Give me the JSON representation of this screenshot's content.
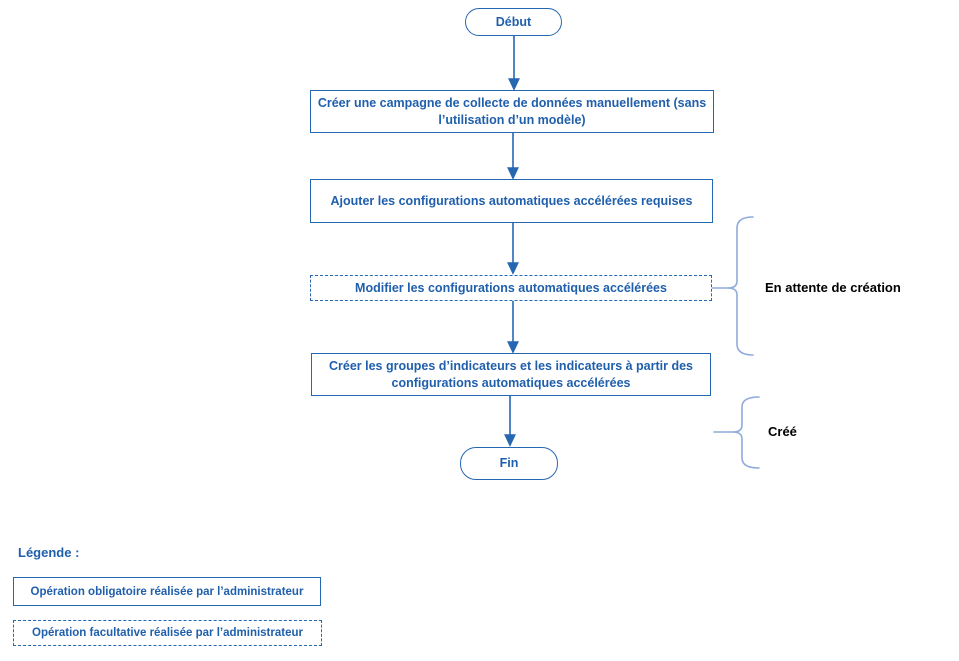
{
  "flowchart": {
    "start": {
      "label": "Début"
    },
    "end": {
      "label": "Fin"
    },
    "steps": [
      {
        "label": "Créer une campagne de collecte de données manuellement (sans l’utilisation d’un modèle)",
        "style": "solid"
      },
      {
        "label": "Ajouter les configurations automatiques accélérées requises",
        "style": "solid"
      },
      {
        "label": "Modifier les configurations automatiques accélérées",
        "style": "dashed"
      },
      {
        "label": "Créer les groupes d’indicateurs et les indicateurs à partir des configurations automatiques accélérées",
        "style": "solid"
      }
    ],
    "annotations": [
      {
        "label": "En attente de création"
      },
      {
        "label": "Créé"
      }
    ]
  },
  "legend": {
    "title": "Légende :",
    "items": [
      {
        "label": "Opération obligatoire réalisée par l’administrateur",
        "style": "solid"
      },
      {
        "label": "Opération facultative réalisée par l’administrateur",
        "style": "dashed"
      }
    ]
  },
  "colors": {
    "primary_blue": "#1f5fac",
    "border_blue": "#2667b2",
    "brace_blue": "#8faadc",
    "annotation_black": "#000000"
  }
}
